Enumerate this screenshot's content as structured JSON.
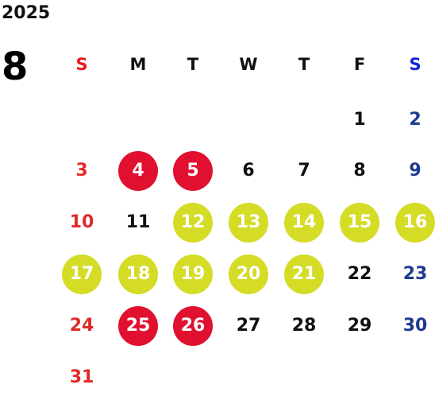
{
  "calendar": {
    "year": "2025",
    "month": "8",
    "weekdays": [
      {
        "label": "S",
        "color": "#e8171e"
      },
      {
        "label": "M",
        "color": "#111111"
      },
      {
        "label": "T",
        "color": "#111111"
      },
      {
        "label": "W",
        "color": "#111111"
      },
      {
        "label": "T",
        "color": "#111111"
      },
      {
        "label": "F",
        "color": "#111111"
      },
      {
        "label": "S",
        "color": "#1226d6"
      }
    ],
    "weeks": [
      [
        "",
        "",
        "",
        "",
        "",
        "1",
        "2"
      ],
      [
        "3",
        "4",
        "5",
        "6",
        "7",
        "8",
        "9"
      ],
      [
        "10",
        "11",
        "12",
        "13",
        "14",
        "15",
        "16"
      ],
      [
        "17",
        "18",
        "19",
        "20",
        "21",
        "22",
        "23"
      ],
      [
        "24",
        "25",
        "26",
        "27",
        "28",
        "29",
        "30"
      ],
      [
        "31",
        "",
        "",
        "",
        "",
        "",
        ""
      ]
    ],
    "highlights": {
      "red_days": [
        "4",
        "5",
        "25",
        "26"
      ],
      "yellow_days": [
        "12",
        "13",
        "14",
        "15",
        "16",
        "17",
        "18",
        "19",
        "20",
        "21"
      ]
    },
    "colors": {
      "sunday_text": "#e02a2a",
      "saturday_text": "#1f3a8f",
      "weekday_text": "#111111",
      "red_highlight": "#e0102e",
      "yellow_highlight": "#d4dc26",
      "highlight_text": "#ffffff"
    }
  }
}
